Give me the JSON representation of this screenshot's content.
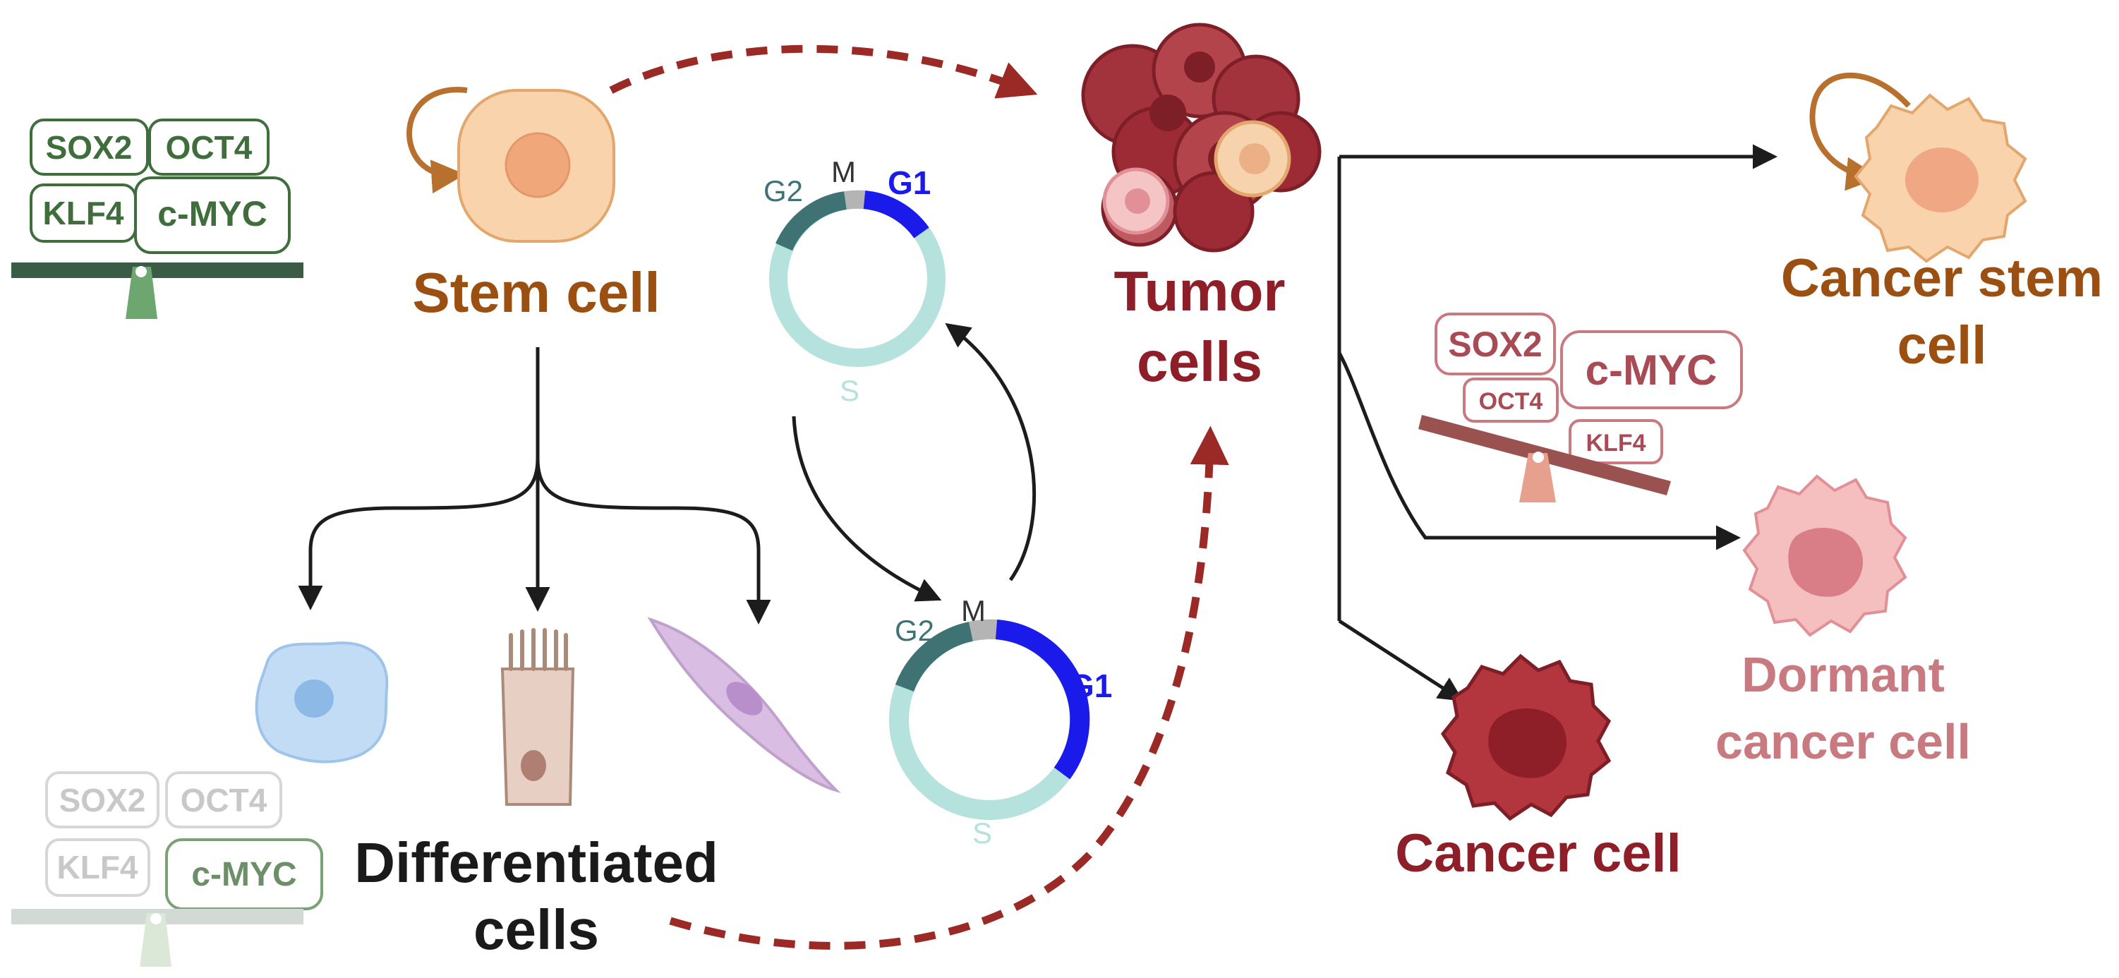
{
  "colors": {
    "green_dark": "#3f6e3c",
    "green_light": "#b9c9b5",
    "stem_brown": "#9b4f10",
    "tumor_red": "#8e1f29",
    "dormant_pink": "#c97a80",
    "arrow_red": "#9b2a27",
    "arrow_black": "#1c1c1c",
    "g1_blue": "#1a1aea",
    "g2_teal": "#3f7373",
    "s_cyan": "#b6e2dd",
    "m_gray": "#b4b4b4"
  },
  "labels": {
    "stem_cell": "Stem cell",
    "differentiated_line1": "Differentiated",
    "differentiated_line2": "cells",
    "tumor_line1": "Tumor",
    "tumor_line2": "cells",
    "cancer_stem_line1": "Cancer stem",
    "cancer_stem_line2": "cell",
    "dormant_line1": "Dormant",
    "dormant_line2": "cancer cell",
    "cancer_cell": "Cancer cell"
  },
  "factors": {
    "sox2": "SOX2",
    "oct4": "OCT4",
    "klf4": "KLF4",
    "cmyc": "c-MYC"
  },
  "cell_cycle": {
    "g1": "G1",
    "g2": "G2",
    "m": "M",
    "s": "S"
  },
  "icons": [
    "self-renewal-arrow-icon",
    "stem-cell-icon",
    "epithelial-cell-icon",
    "columnar-cell-icon",
    "spindle-cell-icon",
    "tumor-cluster-icon",
    "cancer-cell-icon",
    "dormant-cell-icon",
    "cancer-stem-cell-icon",
    "balance-scale-icon",
    "cell-cycle-ring-icon"
  ]
}
